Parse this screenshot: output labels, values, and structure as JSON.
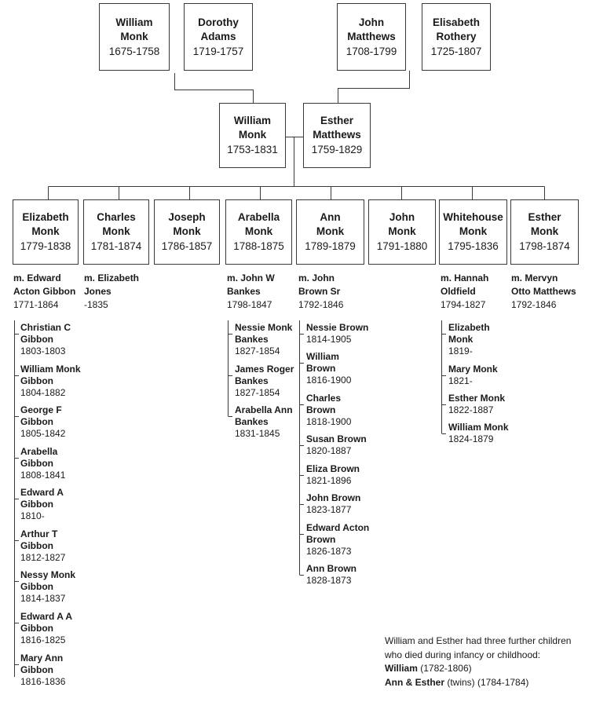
{
  "grandparents": [
    {
      "id": "gp1",
      "name1": "William",
      "name2": "Monk",
      "dates": "1675-1758"
    },
    {
      "id": "gp2",
      "name1": "Dorothy",
      "name2": "Adams",
      "dates": "1719-1757"
    },
    {
      "id": "gp3",
      "name1": "John",
      "name2": "Matthews",
      "dates": "1708-1799"
    },
    {
      "id": "gp4",
      "name1": "Elisabeth",
      "name2": "Rothery",
      "dates": "1725-1807"
    }
  ],
  "parents": [
    {
      "id": "p1",
      "name1": "William",
      "name2": "Monk",
      "dates": "1753-1831"
    },
    {
      "id": "p2",
      "name1": "Esther",
      "name2": "Matthews",
      "dates": "1759-1829"
    }
  ],
  "children": [
    {
      "id": "c1",
      "name1": "Elizabeth",
      "name2": "Monk",
      "dates": "1779-1838"
    },
    {
      "id": "c2",
      "name1": "Charles",
      "name2": "Monk",
      "dates": "1781-1874"
    },
    {
      "id": "c3",
      "name1": "Joseph",
      "name2": "Monk",
      "dates": "1786-1857"
    },
    {
      "id": "c4",
      "name1": "Arabella",
      "name2": "Monk",
      "dates": "1788-1875"
    },
    {
      "id": "c5",
      "name1": "Ann",
      "name2": "Monk",
      "dates": "1789-1879"
    },
    {
      "id": "c6",
      "name1": "John",
      "name2": "Monk",
      "dates": "1791-1880"
    },
    {
      "id": "c7",
      "name1": "Whitehouse",
      "name2": "Monk",
      "dates": "1795-1836"
    },
    {
      "id": "c8",
      "name1": "Esther",
      "name2": "Monk",
      "dates": "1798-1874"
    }
  ],
  "spouses": [
    {
      "id": "s1",
      "line1": "m. Edward",
      "line2": "Acton Gibbon",
      "dates": "1771-1864"
    },
    {
      "id": "s2",
      "line1": "m. Elizabeth",
      "line2": "Jones",
      "dates": "-1835"
    },
    {
      "id": "s4",
      "line1": "m. John W",
      "line2": "Bankes",
      "dates": "1798-1847"
    },
    {
      "id": "s5",
      "line1": "m. John",
      "line2": "Brown Sr",
      "dates": "1792-1846"
    },
    {
      "id": "s7",
      "line1": "m. Hannah",
      "line2": "Oldfield",
      "dates": "1794-1827"
    },
    {
      "id": "s8",
      "line1": "m. Mervyn",
      "line2": "Otto Matthews",
      "dates": "1792-1846"
    }
  ],
  "grandchildren": {
    "gibbon": [
      {
        "line1": "Christian C",
        "line2": "Gibbon",
        "dates": "1803-1803"
      },
      {
        "line1": "William Monk",
        "line2": "Gibbon",
        "dates": "1804-1882"
      },
      {
        "line1": "George F",
        "line2": "Gibbon",
        "dates": "1805-1842"
      },
      {
        "line1": "Arabella",
        "line2": "Gibbon",
        "dates": "1808-1841"
      },
      {
        "line1": "Edward A",
        "line2": "Gibbon",
        "dates": "1810-"
      },
      {
        "line1": "Arthur T",
        "line2": "Gibbon",
        "dates": "1812-1827"
      },
      {
        "line1": "Nessy Monk",
        "line2": "Gibbon",
        "dates": "1814-1837"
      },
      {
        "line1": "Edward A A",
        "line2": "Gibbon",
        "dates": "1816-1825"
      },
      {
        "line1": "Mary Ann",
        "line2": "Gibbon",
        "dates": "1816-1836"
      }
    ],
    "bankes": [
      {
        "line1": "Nessie Monk",
        "line2": "Bankes",
        "dates": "1827-1854"
      },
      {
        "line1": "James Roger",
        "line2": "Bankes",
        "dates": "1827-1854"
      },
      {
        "line1": "Arabella Ann",
        "line2": "Bankes",
        "dates": "1831-1845"
      }
    ],
    "brown": [
      {
        "line1": "Nessie Brown",
        "line2": "",
        "dates": "1814-1905"
      },
      {
        "line1": "William",
        "line2": "Brown",
        "dates": "1816-1900"
      },
      {
        "line1": "Charles",
        "line2": "Brown",
        "dates": "1818-1900"
      },
      {
        "line1": "Susan Brown",
        "line2": "",
        "dates": "1820-1887"
      },
      {
        "line1": "Eliza Brown",
        "line2": "",
        "dates": "1821-1896"
      },
      {
        "line1": "John Brown",
        "line2": "",
        "dates": "1823-1877"
      },
      {
        "line1": "Edward Acton",
        "line2": "Brown",
        "dates": "1826-1873"
      },
      {
        "line1": "Ann Brown",
        "line2": "",
        "dates": "1828-1873"
      }
    ],
    "whitehouse": [
      {
        "line1": "Elizabeth",
        "line2": "Monk",
        "dates": "1819-"
      },
      {
        "line1": "Mary Monk",
        "line2": "",
        "dates": "1821-"
      },
      {
        "line1": "Esther Monk",
        "line2": "",
        "dates": "1822-1887"
      },
      {
        "line1": "William Monk",
        "line2": "",
        "dates": "1824-1879"
      }
    ]
  },
  "note": {
    "line1": "William and Esther had three further children",
    "line2": "who died during infancy or childhood:",
    "line3_bold": "William",
    "line3_rest": " (1782-1806)",
    "line4_bold": "Ann & Esther",
    "line4_rest": " (twins) (1784-1784)"
  }
}
